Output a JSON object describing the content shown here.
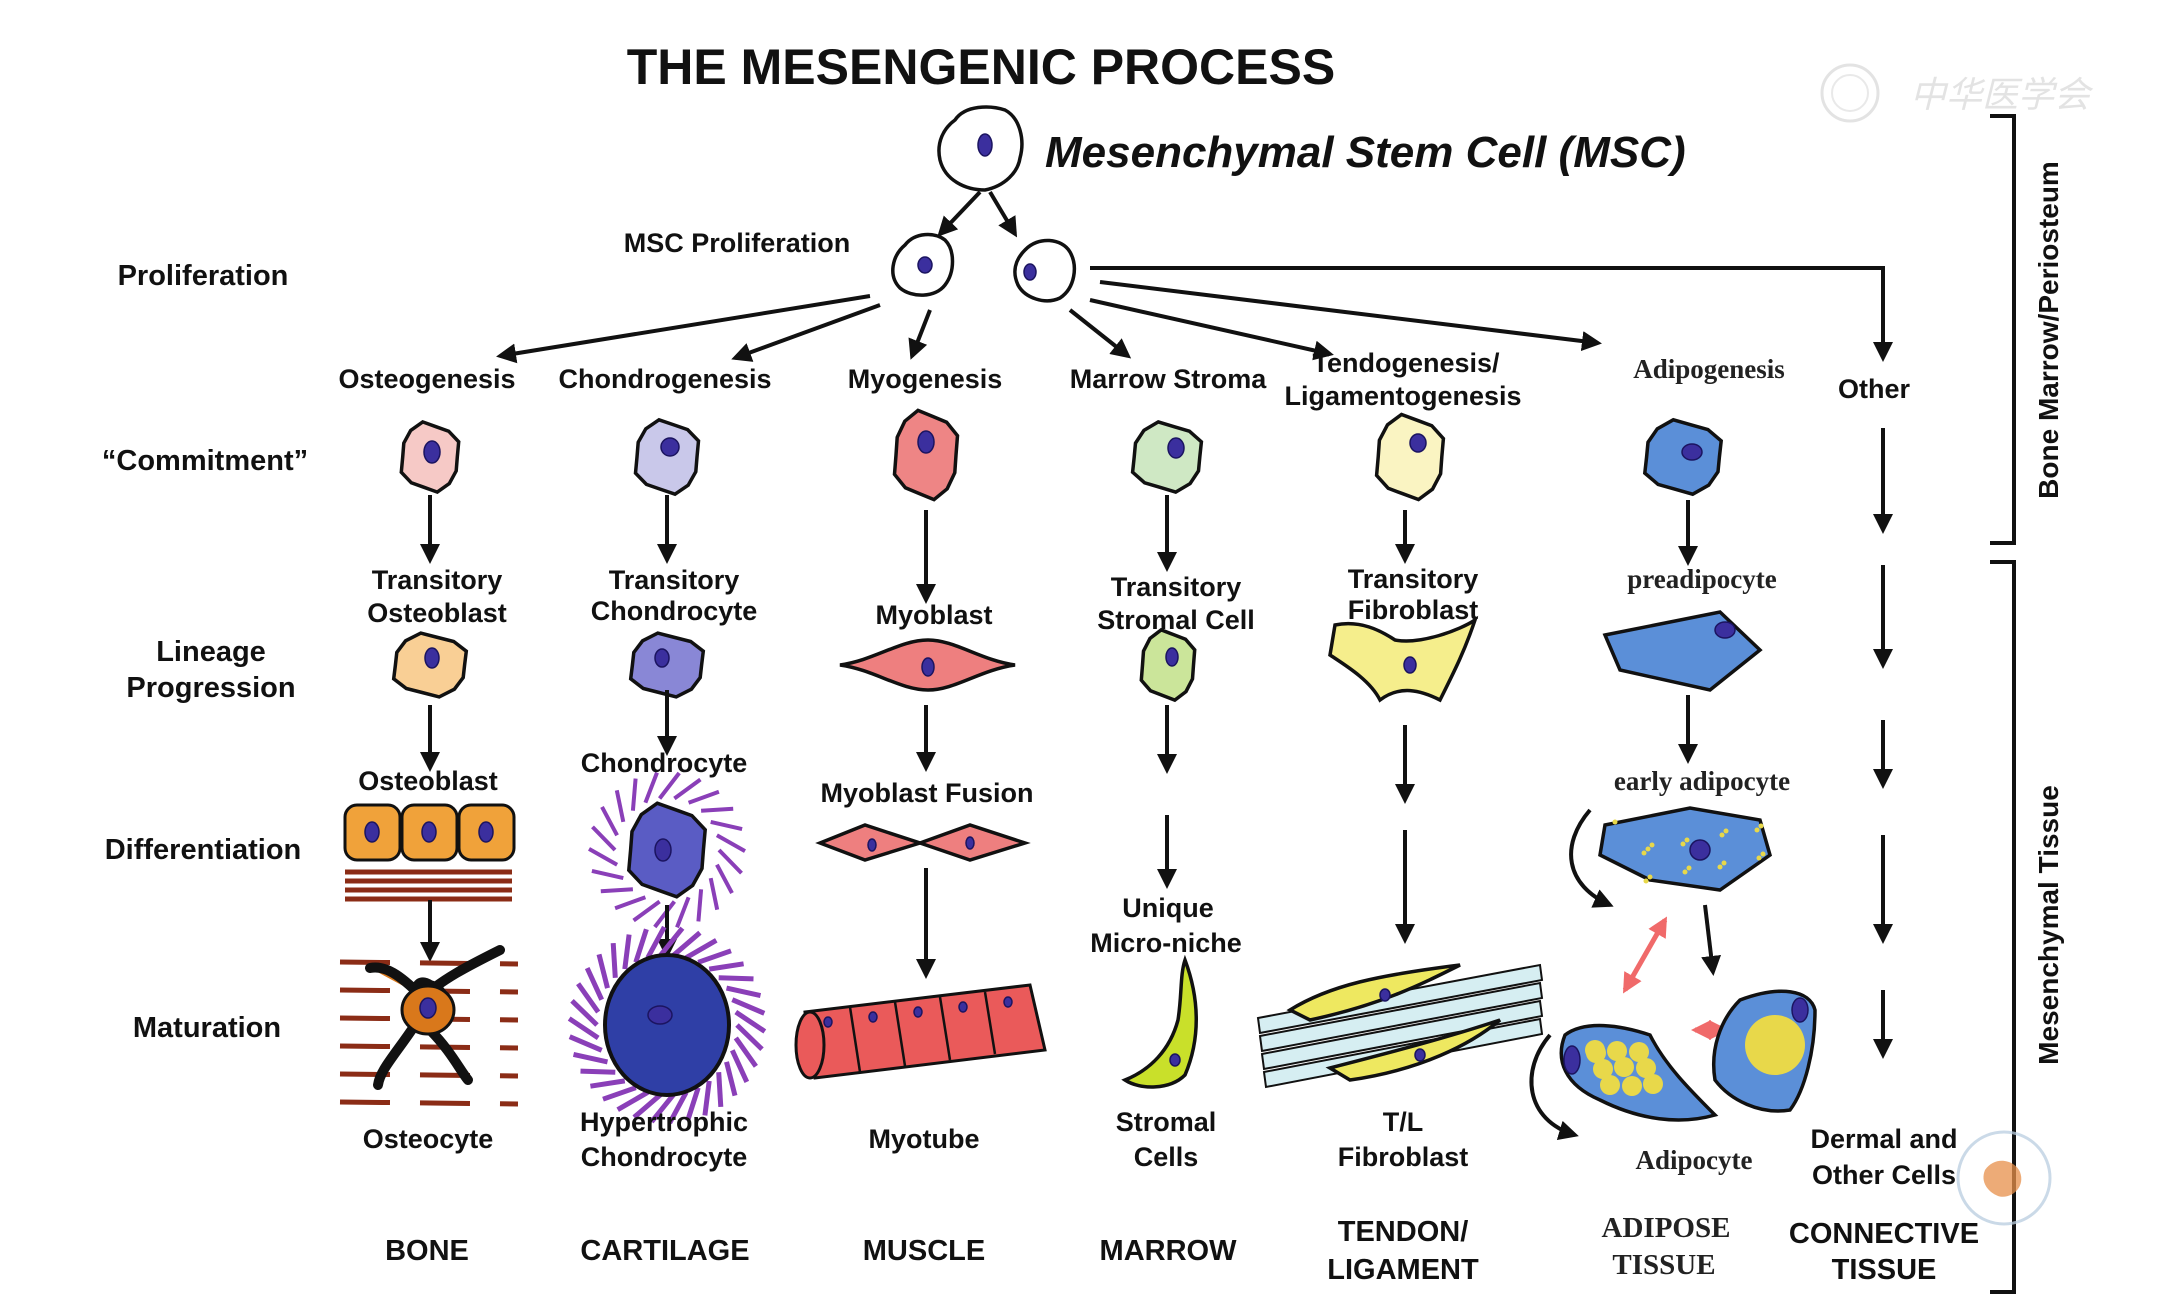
{
  "title": "THE MESENGENIC PROCESS",
  "root": {
    "label": "Mesenchymal Stem Cell (MSC)",
    "proliferation_label": "MSC Proliferation"
  },
  "watermark": {
    "text": "中华医学会",
    "logo": "cma-seal-icon"
  },
  "row_labels": {
    "proliferation": "Proliferation",
    "commitment": "“Commitment”",
    "lineage_line1": "Lineage",
    "lineage_line2": "Progression",
    "differentiation": "Differentiation",
    "maturation": "Maturation"
  },
  "side_labels": {
    "upper": "Bone Marrow/Periosteum",
    "lower": "Mesenchymal Tissue"
  },
  "lineages": [
    {
      "name": "Osteogenesis",
      "transitory": [
        "Transitory",
        "Osteoblast"
      ],
      "differentiation": "Osteoblast",
      "final": [
        "Osteocyte"
      ],
      "tissue": [
        "BONE"
      ],
      "commit_color": "#f6c9c6",
      "lineage_color": "#f9cf95",
      "diff_color": "#f0a23a",
      "mature_color": "#d9781b"
    },
    {
      "name": "Chondrogenesis",
      "transitory": [
        "Transitory",
        "Chondrocyte"
      ],
      "differentiation": "Chondrocyte",
      "final": [
        "Hypertrophic",
        "Chondrocyte"
      ],
      "tissue": [
        "CARTILAGE"
      ],
      "commit_color": "#c9c8ea",
      "lineage_color": "#8987d6",
      "diff_color": "#5a5cc4",
      "mature_color": "#2f3fa6",
      "matrix_color": "#8a3fb8"
    },
    {
      "name": "Myogenesis",
      "transitory": [
        "Myoblast"
      ],
      "differentiation": "Myoblast Fusion",
      "final": [
        "Myotube"
      ],
      "tissue": [
        "MUSCLE"
      ],
      "commit_color": "#ee8585",
      "lineage_color": "#ee7f7f",
      "diff_color": "#ee7f7f",
      "mature_color": "#ea5a5a"
    },
    {
      "name": "Marrow Stroma",
      "transitory": [
        "Transitory",
        "Stromal Cell"
      ],
      "differentiation": "Unique",
      "differentiation_line2": "Micro-niche",
      "final": [
        "Stromal",
        "Cells"
      ],
      "tissue": [
        "MARROW"
      ],
      "commit_color": "#cfe8c4",
      "lineage_color": "#cbe59a",
      "mature_color": "#c9e02a"
    },
    {
      "name_line1": "Tendogenesis/",
      "name_line2": "Ligamentogenesis",
      "transitory": [
        "Transitory",
        "Fibroblast"
      ],
      "final": [
        "T/L",
        "Fibroblast"
      ],
      "tissue": [
        "TENDON/",
        "LIGAMENT"
      ],
      "commit_color": "#faf4c2",
      "lineage_color": "#f5ee8c",
      "mature_color": "#eee860",
      "fiber_color": "#d6eef2"
    },
    {
      "name": "Adipogenesis",
      "transitory": [
        "preadipocyte"
      ],
      "differentiation": "early adipocyte",
      "final": [
        "Adipocyte"
      ],
      "tissue": [
        "ADIPOSE",
        "TISSUE"
      ],
      "cell_color": "#5b8fd8",
      "nucleus_color": "#7a3aa8",
      "lipid_color": "#e8d84a",
      "interconversion_arrow_color": "#f06a6a"
    },
    {
      "name": "Other",
      "final": [
        "Dermal and",
        "Other Cells"
      ],
      "tissue": [
        "CONNECTIVE",
        "TISSUE"
      ]
    }
  ]
}
